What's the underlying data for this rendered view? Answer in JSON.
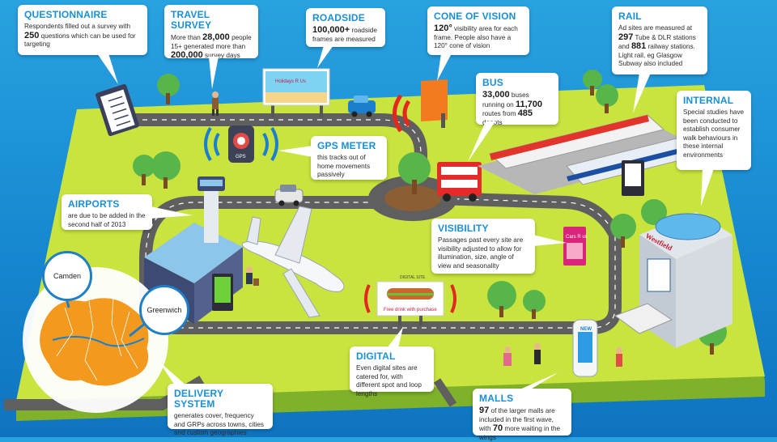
{
  "callouts": {
    "questionnaire": {
      "title": "QUESTIONNAIRE",
      "t1": "Respondents filled out a survey with ",
      "n1": "250",
      "t2": " questions which can be used for targeting"
    },
    "travel_survey": {
      "title": "TRAVEL SURVEY",
      "t1": "More than ",
      "n1": "28,000",
      "t2": " people 15+ generated more than ",
      "n2": "200,000",
      "t3": " survey days"
    },
    "roadside": {
      "title": "ROADSIDE",
      "n1": "100,000+",
      "t1": " roadside frames are measured"
    },
    "cone_of_vision": {
      "title": "CONE OF VISION",
      "n1": "120°",
      "t1": " visibility area for each frame. People also have a 120° cone of vision"
    },
    "rail": {
      "title": "RAIL",
      "t1": "Ad sites are measured at ",
      "n1": "297",
      "t2": " Tube & DLR stations and ",
      "n2": "881",
      "t3": " railway stations. Light rail, eg Glasgow Subway also included"
    },
    "bus": {
      "title": "BUS",
      "n1": "33,000",
      "t1": " buses running on ",
      "n2": "11,700",
      "t2": " routes from ",
      "n3": "485",
      "t3": " depots"
    },
    "internal": {
      "title": "INTERNAL",
      "t1": "Special studies have been conducted to establish consumer walk behaviours in these internal environments"
    },
    "gps_meter": {
      "title": "GPS METER",
      "t1": "this tracks out of home movements passively"
    },
    "airports": {
      "title": "AIRPORTS",
      "t1": "are due to be added in the second half of 2013"
    },
    "visibility": {
      "title": "VISIBILITY",
      "t1": "Passages past every site are visibility adjusted to allow for illumination, size, angle of view and seasonality"
    },
    "digital": {
      "title": "DIGITAL",
      "t1": "Even digital sites are catered for, with different spot and loop lengths"
    },
    "delivery_system": {
      "title": "DELIVERY SYSTEM",
      "t1": "generates cover, frequency and GRPs across towns, cities and custom geographies"
    },
    "malls": {
      "title": "MALLS",
      "n1": "97",
      "t1": " of the larger malls are included in the first wave, with ",
      "n2": "70",
      "t2": " more waiting in the wings"
    }
  },
  "map_labels": {
    "camden": "Camden",
    "greenwich": "Greenwich"
  },
  "signs": {
    "billboard_roadside": "Holidays R Us",
    "gps_device": "GPS",
    "cars_r_us": "Cars R us",
    "digital_site_top": "DIGITAL SITE",
    "free_drink": "Free drink with purchase",
    "mall_name": "Westfield",
    "new_screen": "NEW"
  },
  "colors": {
    "sky": "#1d93d8",
    "grass": "#c6e23c",
    "road": "#6a6a6a",
    "accent_blue": "#1a8fd6",
    "map_orange": "#f39a1e",
    "bus_red": "#e52a2a"
  }
}
